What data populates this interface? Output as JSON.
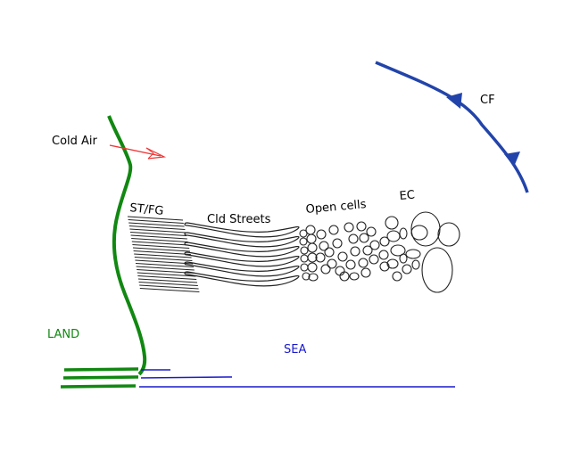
{
  "diagram": {
    "title": "Cold air outbreak over sea: cloud regimes",
    "labels": {
      "cold_air": "Cold Air",
      "stratus_fog": "ST/FG",
      "cloud_streets": "Cld Streets",
      "open_cells": "Open cells",
      "ec": "EC",
      "cold_front": "CF",
      "land": "LAND",
      "sea": "SEA"
    },
    "colors": {
      "text": "#000000",
      "land": "#118811",
      "sea": "#1a1acc",
      "front": "#2244aa",
      "arrow": "#ee3333",
      "cloud_outline": "#222222"
    },
    "legend_sequence": [
      "ST/FG",
      "Cld Streets",
      "Open cells",
      "EC"
    ]
  }
}
